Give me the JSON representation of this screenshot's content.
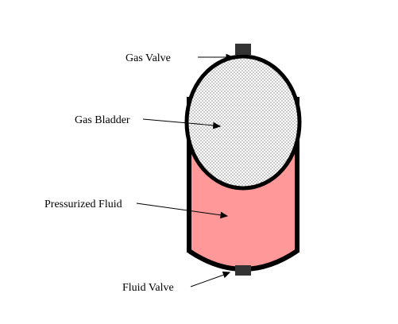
{
  "labels": {
    "gas_valve": "Gas Valve",
    "gas_bladder": "Gas Bladder",
    "pressurized_fluid": "Pressurized Fluid",
    "fluid_valve": "Fluid Valve"
  },
  "colors": {
    "fluid_fill": "#ff9999",
    "outline": "#000000",
    "valve": "#333333",
    "bladder_fill": "#ffffff",
    "stipple": "#000000",
    "background": "#ffffff"
  }
}
